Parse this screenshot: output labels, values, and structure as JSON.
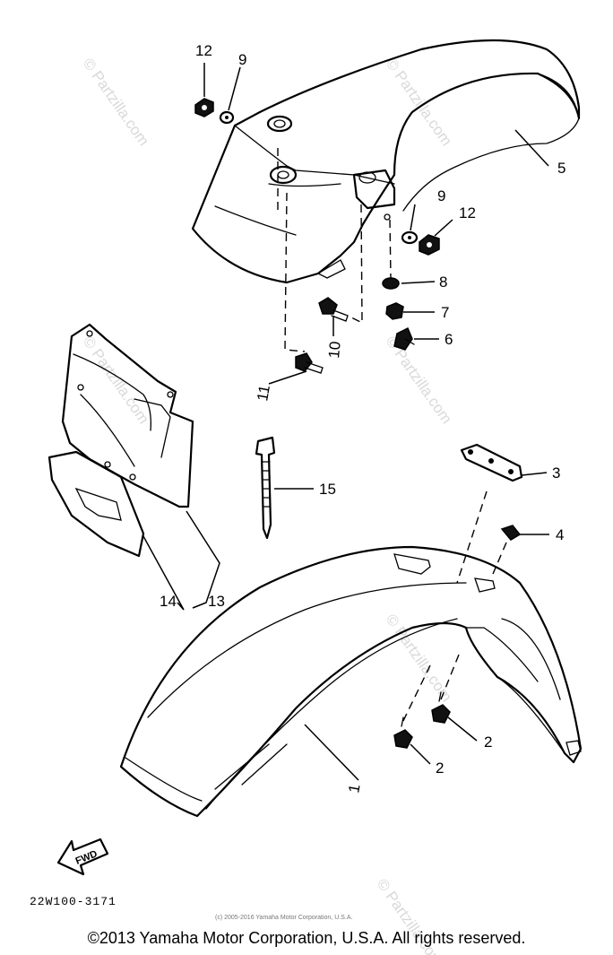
{
  "diagram": {
    "callouts": [
      {
        "id": "c1",
        "label": "1"
      },
      {
        "id": "c2a",
        "label": "2"
      },
      {
        "id": "c2b",
        "label": "2"
      },
      {
        "id": "c3",
        "label": "3"
      },
      {
        "id": "c4",
        "label": "4"
      },
      {
        "id": "c5",
        "label": "5"
      },
      {
        "id": "c6",
        "label": "6"
      },
      {
        "id": "c7",
        "label": "7"
      },
      {
        "id": "c8",
        "label": "8"
      },
      {
        "id": "c9a",
        "label": "9"
      },
      {
        "id": "c9b",
        "label": "9"
      },
      {
        "id": "c10",
        "label": "10"
      },
      {
        "id": "c11",
        "label": "11"
      },
      {
        "id": "c12a",
        "label": "12"
      },
      {
        "id": "c12b",
        "label": "12"
      },
      {
        "id": "c13",
        "label": "13"
      },
      {
        "id": "c14",
        "label": "14"
      },
      {
        "id": "c15",
        "label": "15"
      }
    ],
    "direction_arrow": "FWD",
    "diagram_code": "22W100-3171",
    "small_copyright": "(c) 2005-2016 Yamaha Motor Corporation, U.S.A.",
    "watermark": "© Partzilla.com"
  },
  "footer": {
    "copyright": "©2013 Yamaha Motor Corporation, U.S.A. All rights reserved."
  }
}
